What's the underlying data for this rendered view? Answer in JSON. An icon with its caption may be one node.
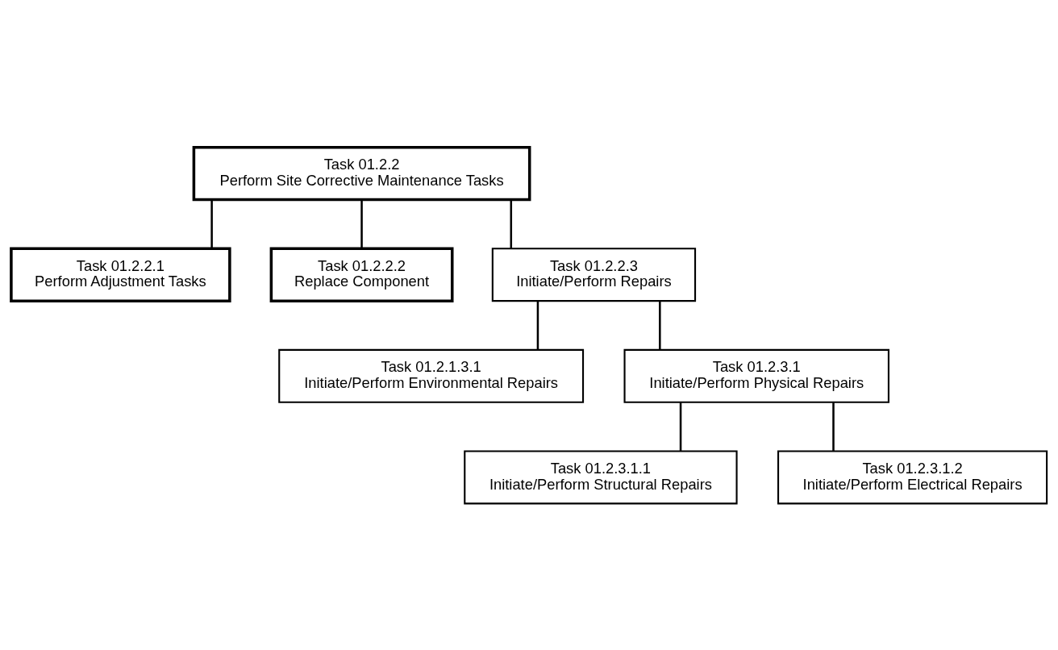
{
  "diagram": {
    "nodes": [
      {
        "text": [
          "Task 01.2.2",
          "Perform Site Corrective Maintenance Tasks"
        ]
      },
      {
        "text": [
          "Task 01.2.2.1",
          "Perform Adjustment Tasks"
        ]
      },
      {
        "text": [
          "Task 01.2.2.2",
          "Replace Component"
        ]
      },
      {
        "text": [
          "Task 01.2.2.3",
          "Initiate/Perform Repairs"
        ]
      },
      {
        "text": [
          "Task 01.2.1.3.1",
          "Initiate/Perform Environmental Repairs"
        ]
      },
      {
        "text": [
          "Task 01.2.3.1",
          "Initiate/Perform Physical Repairs"
        ]
      },
      {
        "text": [
          "Task 01.2.3.1.1",
          "Initiate/Perform Structural Repairs"
        ]
      },
      {
        "text": [
          "Task 01.2.3.1.2",
          "Initiate/Perform Electrical Repairs"
        ]
      }
    ],
    "edges": [
      {
        "from": 0,
        "to": 1,
        "arrow": "none"
      },
      {
        "from": 0,
        "to": 2,
        "arrow": "none"
      },
      {
        "from": 0,
        "to": 3,
        "arrow": "none"
      },
      {
        "from": 3,
        "to": 4,
        "arrow": "none"
      },
      {
        "from": 3,
        "to": 5,
        "arrow": "none"
      },
      {
        "from": 5,
        "to": 6,
        "arrow": "none"
      },
      {
        "from": 5,
        "to": 7,
        "arrow": "none"
      }
    ]
  }
}
